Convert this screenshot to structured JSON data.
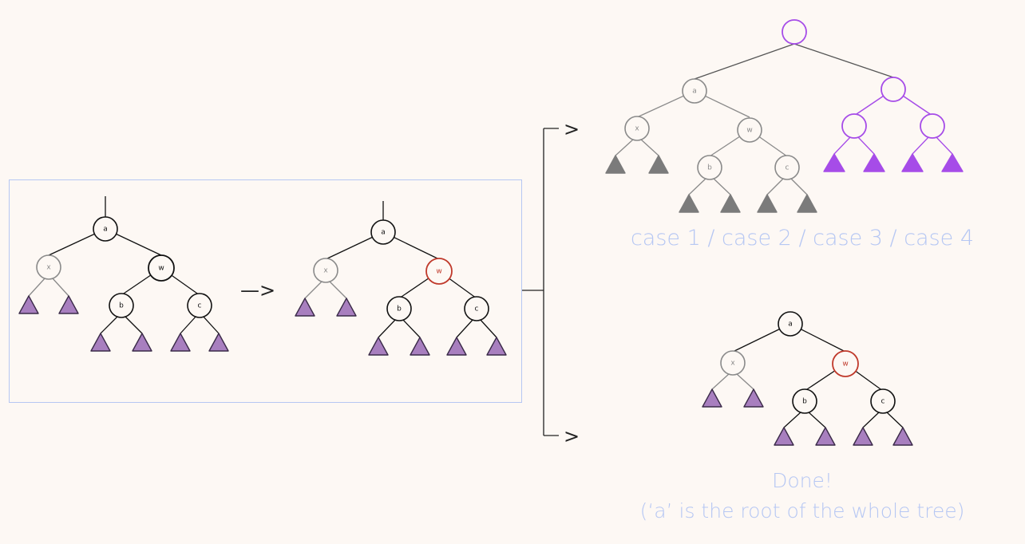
{
  "colors": {
    "background": "#fdf8f4",
    "box_border": "#b6c7f3",
    "black": "#111111",
    "gray": "#8a8a8a",
    "red": "#c0392b",
    "purple_fill": "#a87fbf",
    "bright_purple": "#a64ce8",
    "gray_fill": "#7b7b7b",
    "caption": "#b6c7f3"
  },
  "nodes": {
    "a": "a",
    "x": "x",
    "w": "w",
    "b": "b",
    "c": "c"
  },
  "arrows": {
    "middle": "—>",
    "upper": ">",
    "lower": ">"
  },
  "captions": {
    "cases": "case 1 / case 2 / case 3 / case 4",
    "done_line1": "Done!",
    "done_line2": "(‘a’ is the root of the whole tree)"
  }
}
